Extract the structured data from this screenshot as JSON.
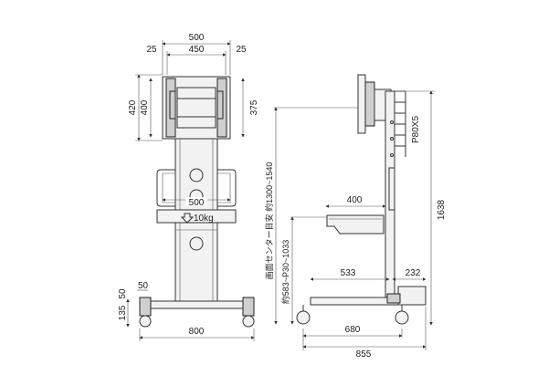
{
  "front_view": {
    "width_overall": "500",
    "width_mount": "450",
    "side_left": "25",
    "side_right": "25",
    "height_overall": "420",
    "height_mount": "400",
    "mount_height_right": "375",
    "shelf_width": "500",
    "shelf_load": "10kg",
    "base_width": "800",
    "bottom_135": "135",
    "bottom_50": "50",
    "base_step": "50"
  },
  "side_view": {
    "center_height_label": "画面センター目安 約1300~1540",
    "shelf_height_label": "約583~P30~1033",
    "pitch": "P80X5",
    "total_height": "1638",
    "shelf_depth": "400",
    "base_front": "533",
    "base_rear": "232",
    "wheelbase": "680",
    "depth_overall": "855"
  },
  "colors": {
    "line": "#333333",
    "fill": "#f2f2f2"
  }
}
